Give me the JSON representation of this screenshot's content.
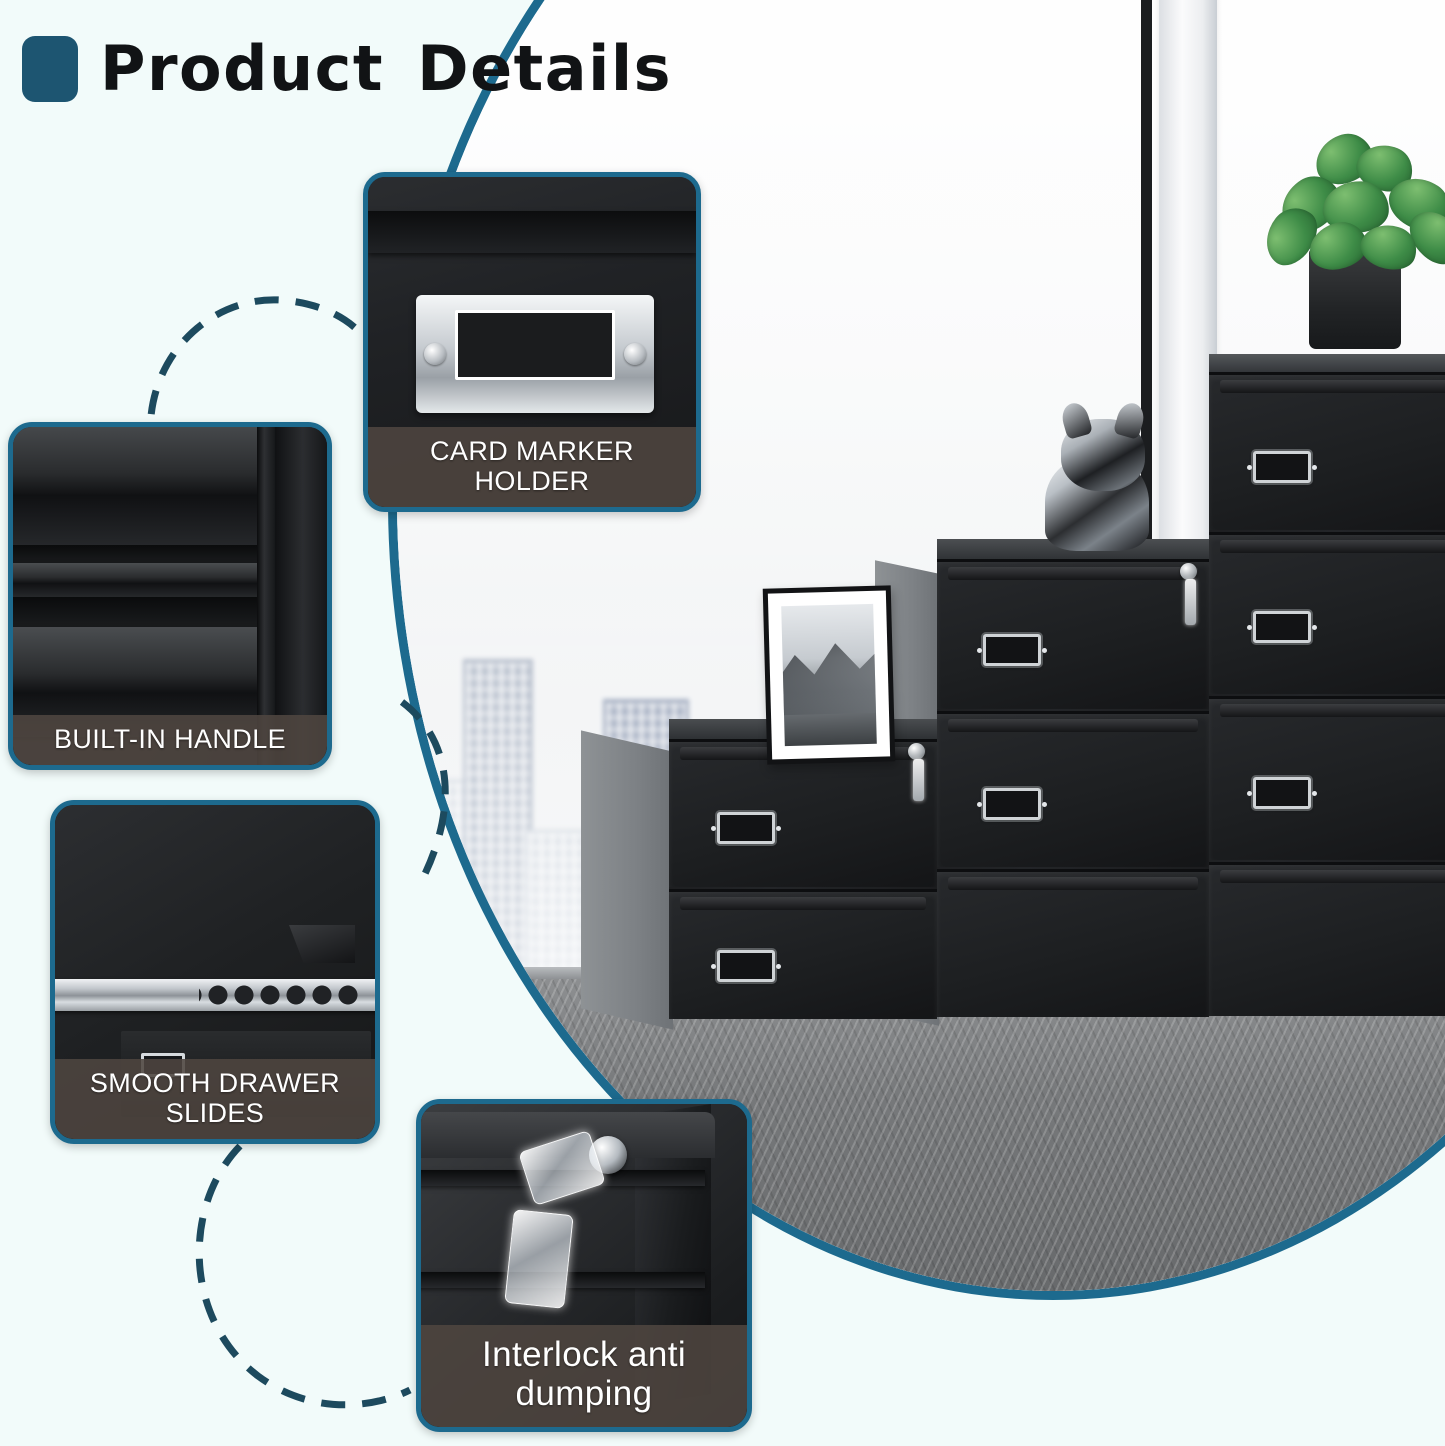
{
  "header": {
    "badge_icon": "rounded-square-badge",
    "title": "Product  Details",
    "accent_color": "#1d5571"
  },
  "theme": {
    "background": "#f2fbfa",
    "panel_border": "#1d6a8e",
    "label_band": "#4e4640",
    "label_text": "#ffffff",
    "connector": "#1d4a5e"
  },
  "callouts": [
    {
      "id": "card-marker-holder",
      "label": "CARD MARKER HOLDER",
      "lines": [
        "CARD MARKER HOLDER"
      ]
    },
    {
      "id": "built-in-handle",
      "label": "BUILT-IN HANDLE",
      "lines": [
        "BUILT-IN HANDLE"
      ]
    },
    {
      "id": "smooth-drawer-slides",
      "label": "SMOOTH DRAWER SLIDES",
      "lines": [
        "SMOOTH DRAWER SLIDES"
      ]
    },
    {
      "id": "interlock-anti-dumping",
      "label": "Interlock anti dumping",
      "line1": "Interlock anti",
      "line2": "dumping"
    }
  ],
  "product_scene": {
    "description": "Three black metal filing cabinets arranged in a staircase next to an office window overlooking a city skyline",
    "items": [
      "potted-green-plant",
      "bulldog-figurine",
      "framed-photo",
      "filing-cabinet-tall",
      "filing-cabinet-medium",
      "filing-cabinet-short"
    ]
  }
}
